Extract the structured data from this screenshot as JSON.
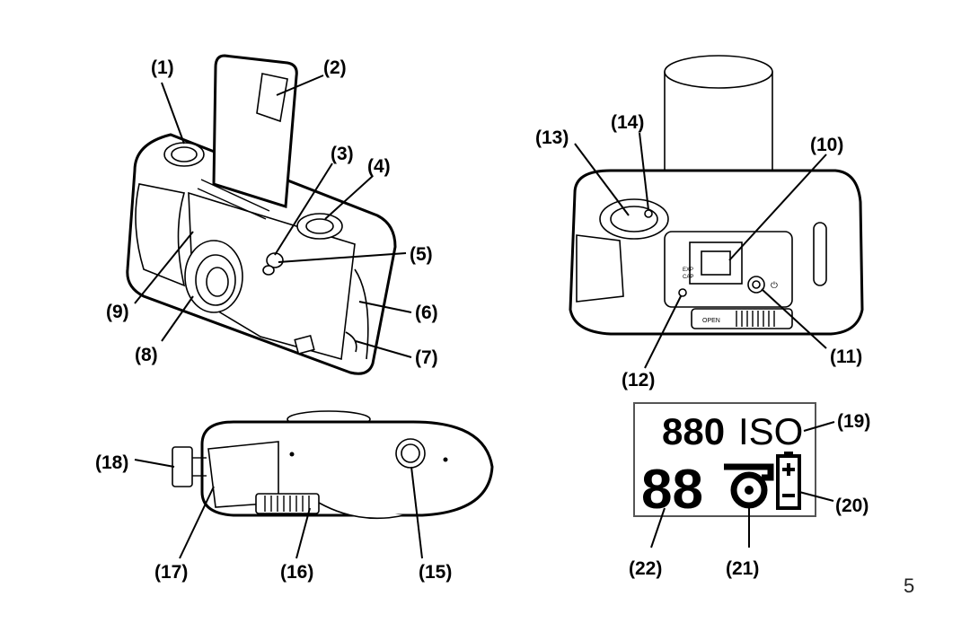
{
  "page_number": "5",
  "callouts": {
    "c1": "(1)",
    "c2": "(2)",
    "c3": "(3)",
    "c4": "(4)",
    "c5": "(5)",
    "c6": "(6)",
    "c7": "(7)",
    "c8": "(8)",
    "c9": "(9)",
    "c10": "(10)",
    "c11": "(11)",
    "c12": "(12)",
    "c13": "(13)",
    "c14": "(14)",
    "c15": "(15)",
    "c16": "(16)",
    "c17": "(17)",
    "c18": "(18)",
    "c19": "(19)",
    "c20": "(20)",
    "c21": "(21)",
    "c22": "(22)"
  },
  "lcd": {
    "counter_small": "880",
    "iso_label": "ISO",
    "counter_large": "88"
  },
  "camera_back": {
    "open_label": "OPEN",
    "exp_label": "EXP",
    "cap_label": "CAP"
  }
}
